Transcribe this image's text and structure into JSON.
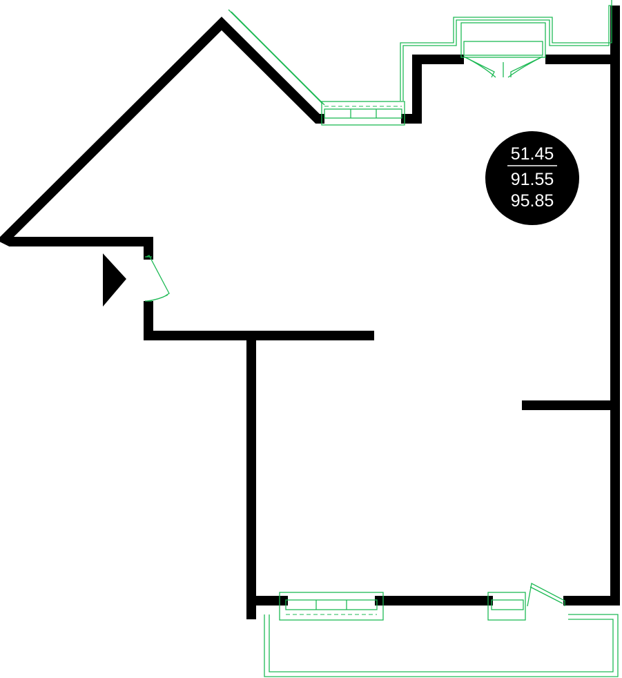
{
  "colors": {
    "wall": "#000000",
    "window": "#1db954",
    "badge_bg": "#000000",
    "badge_text": "#ffffff"
  },
  "area_badge": {
    "living_area": "51.45",
    "total_area": "91.55",
    "total_area_with_balcony": "95.85"
  },
  "entrance": {
    "icon": "entrance-arrow-icon"
  }
}
